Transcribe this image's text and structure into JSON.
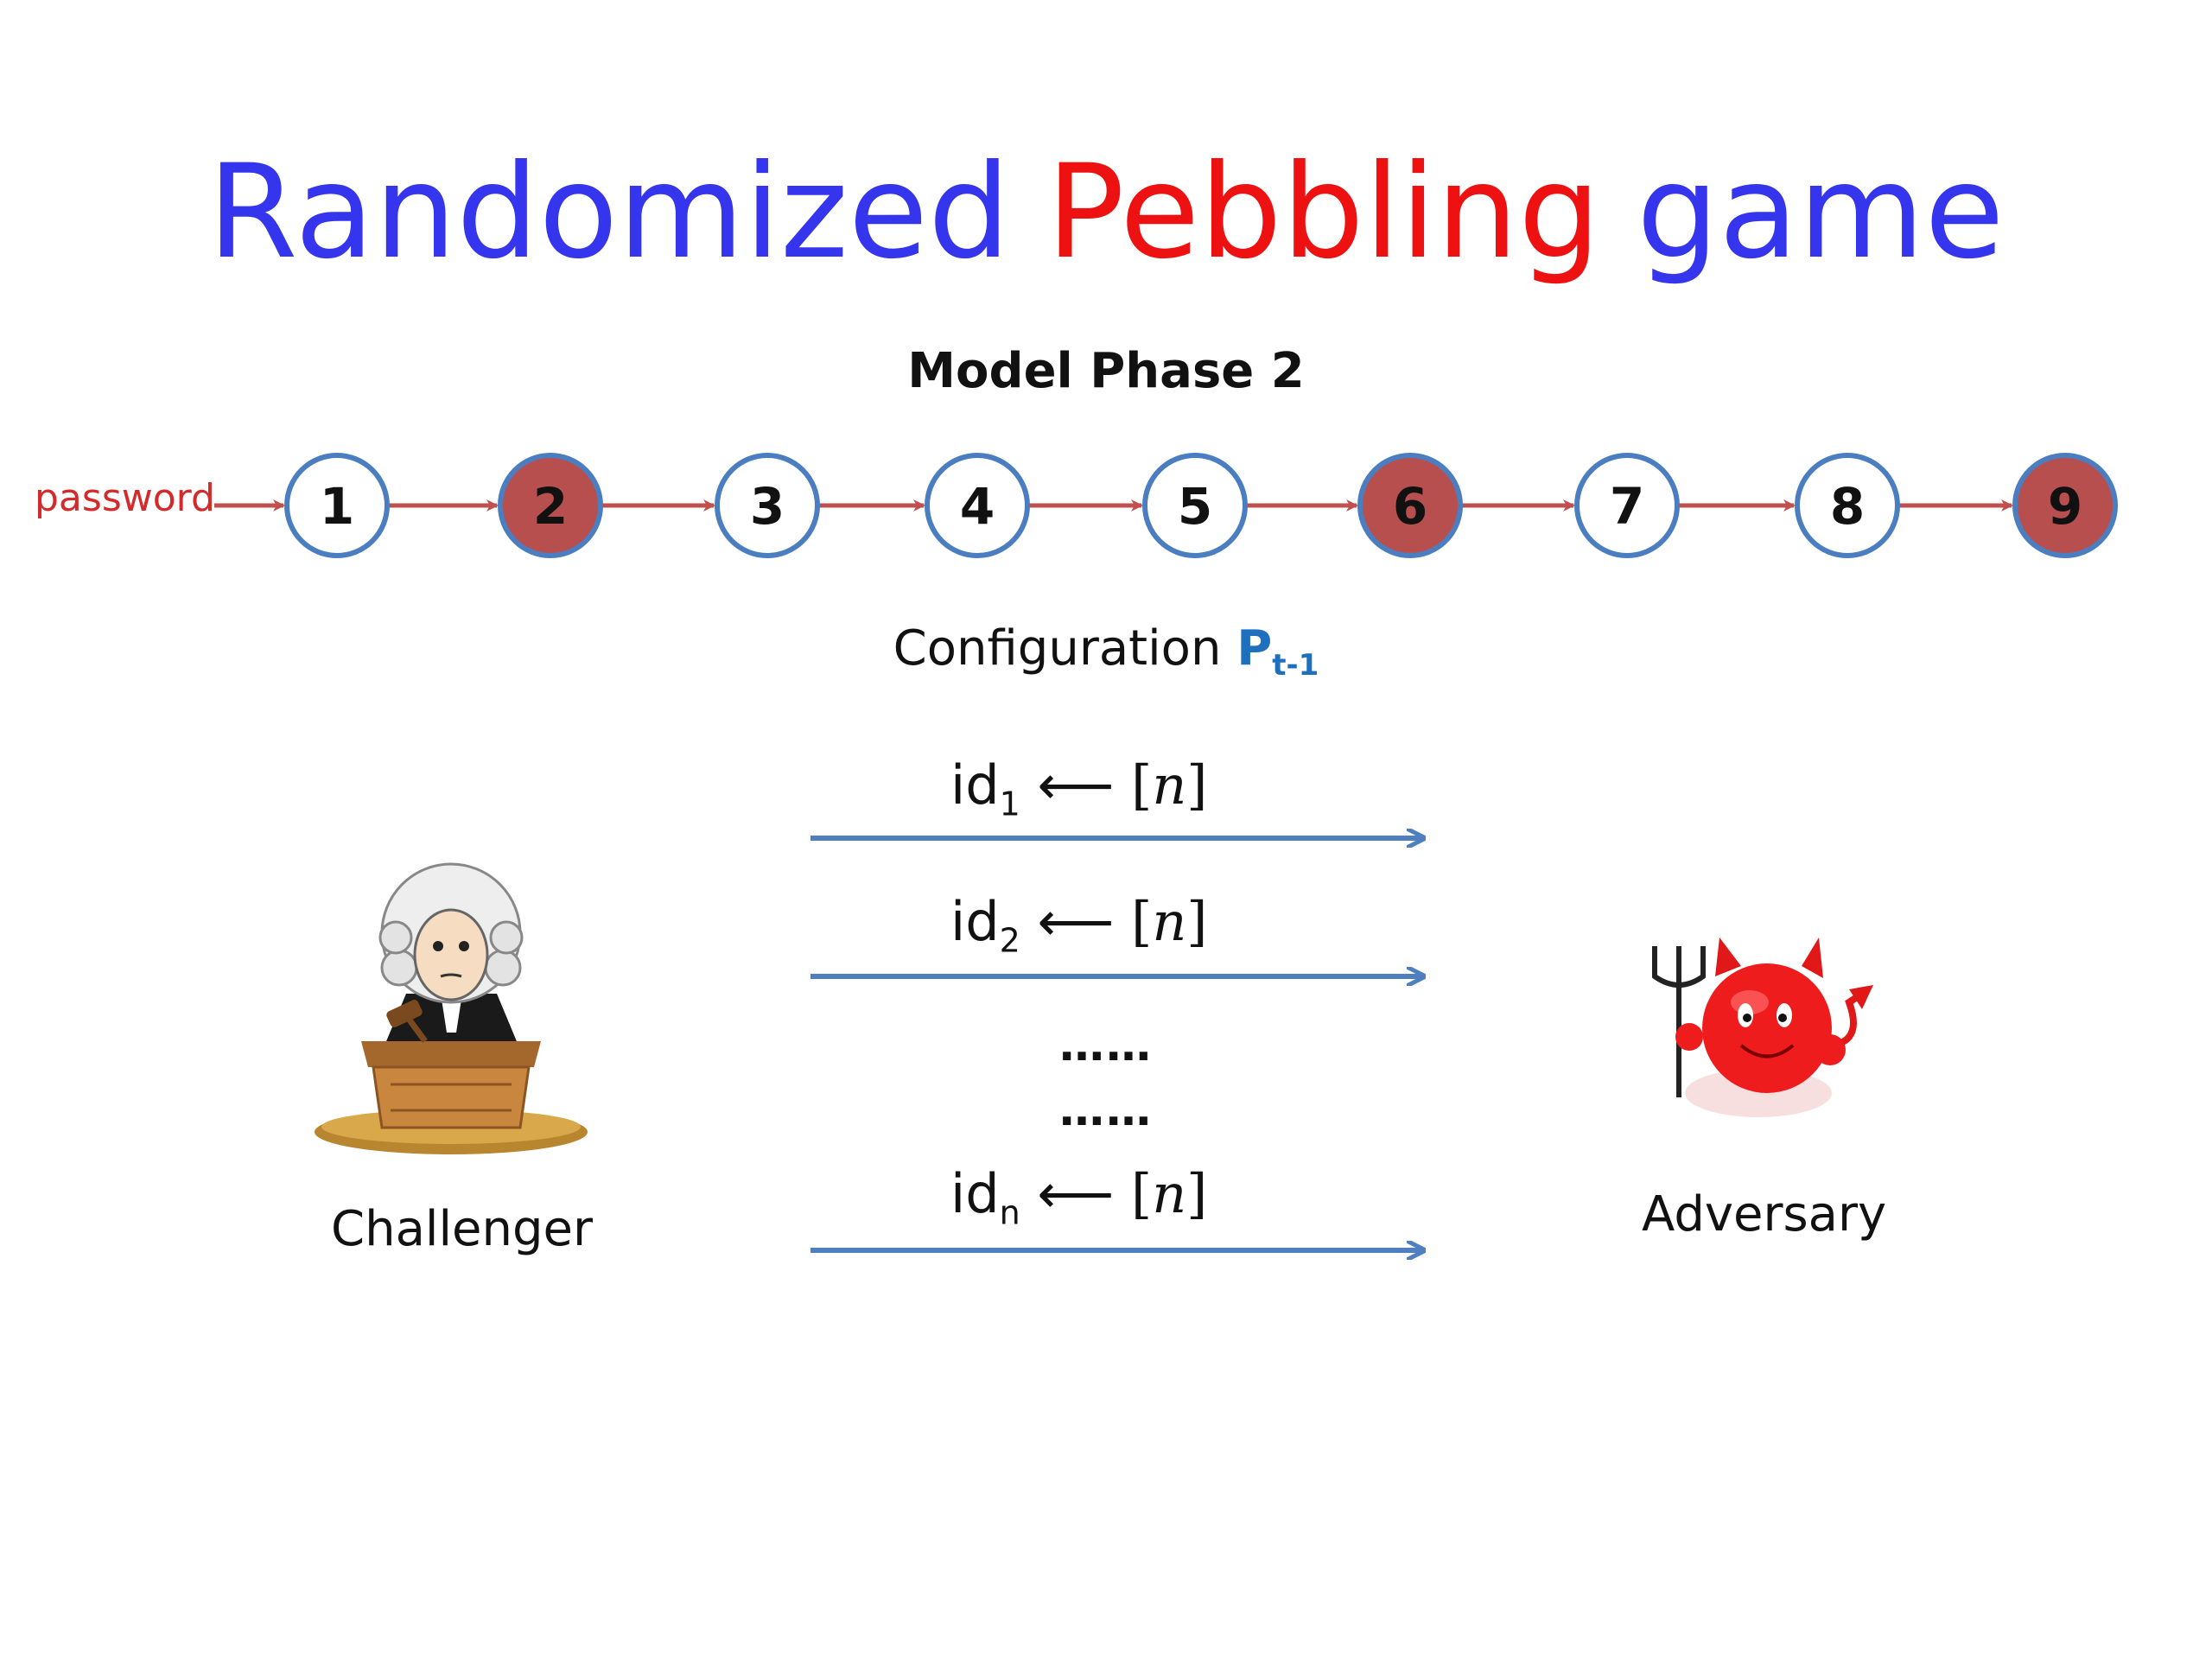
{
  "title": {
    "word1": "Randomized",
    "word2": "Pebbling",
    "word3": "game",
    "colors": {
      "word1": "#3535ee",
      "word2": "#ee1111",
      "word3": "#3535ee"
    }
  },
  "phase_label": "Model Phase 2",
  "chain": {
    "start_label": "password",
    "nodes": [
      {
        "label": "1",
        "pebbled": false
      },
      {
        "label": "2",
        "pebbled": true
      },
      {
        "label": "3",
        "pebbled": false
      },
      {
        "label": "4",
        "pebbled": false
      },
      {
        "label": "5",
        "pebbled": false
      },
      {
        "label": "6",
        "pebbled": true
      },
      {
        "label": "7",
        "pebbled": false
      },
      {
        "label": "8",
        "pebbled": false
      },
      {
        "label": "9",
        "pebbled": true
      }
    ],
    "colors": {
      "node_border": "#4a7ec0",
      "pebble_fill": "#b84f4f",
      "arrow": "#c0504d"
    }
  },
  "configuration": {
    "text": "Configuration",
    "symbol": "P",
    "subscript": "t-1"
  },
  "messages": [
    {
      "id": "id",
      "sub": "1",
      "arrow": "⟵",
      "lbr": "[",
      "n": "n",
      "rbr": "]"
    },
    {
      "id": "id",
      "sub": "2",
      "arrow": "⟵",
      "lbr": "[",
      "n": "n",
      "rbr": "]"
    },
    {
      "id": "id",
      "sub": "n",
      "arrow": "⟵",
      "lbr": "[",
      "n": "n",
      "rbr": "]"
    }
  ],
  "ellipses": [
    "……",
    "……"
  ],
  "challenger": {
    "label": "Challenger",
    "icon": "judge-icon"
  },
  "adversary": {
    "label": "Adversary",
    "icon": "devil-icon"
  },
  "message_arrow_color": "#4f7fbf"
}
